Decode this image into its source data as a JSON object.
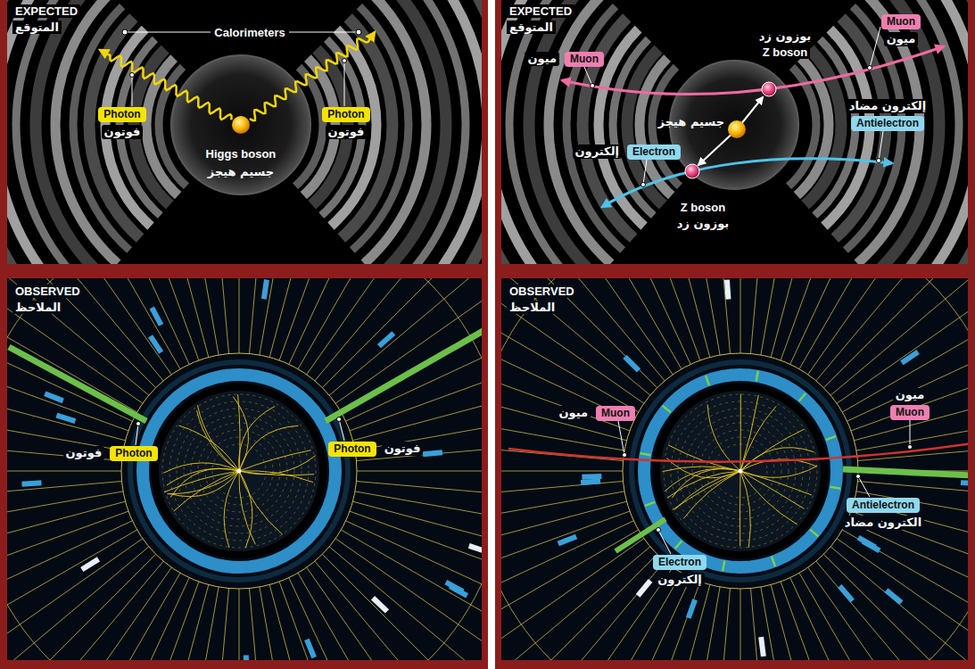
{
  "diagram": {
    "nodes": [
      {
        "text": [
          "Photon",
          "فوتون"
        ]
      },
      {
        "text": [
          "Photon",
          "فوتون"
        ]
      },
      {
        "text": [
          "Muon",
          "ميون"
        ]
      },
      {
        "text": [
          "Muon",
          "ميون"
        ]
      },
      {
        "text": [
          "Antielectron",
          "إلكترون مضاد"
        ]
      },
      {
        "text": [
          "Electron",
          "إلكترون"
        ]
      },
      {
        "text": [
          "Photon",
          "فوتون"
        ]
      },
      {
        "text": [
          "Photon",
          "فوتون"
        ]
      },
      {
        "text": [
          "Muon",
          "ميون"
        ]
      },
      {
        "text": [
          "Muon",
          "ميون"
        ]
      },
      {
        "text": [
          "Antielectron",
          "الكترون مضاد"
        ]
      },
      {
        "text": [
          "Electron",
          "إلكترون"
        ]
      }
    ],
    "labels": [
      "EXPECTED",
      "المتوقع",
      "Calorimeters",
      "Higgs boson",
      "جسيم هيجز",
      "EXPECTED",
      "المتوقع",
      "بوزون زد",
      "Z boson",
      "جسيم هيجز",
      "Z boson",
      "بوزون زد",
      "OBSERVED",
      "الملاحظ",
      "OBSERVED",
      "الملاحظ"
    ]
  }
}
